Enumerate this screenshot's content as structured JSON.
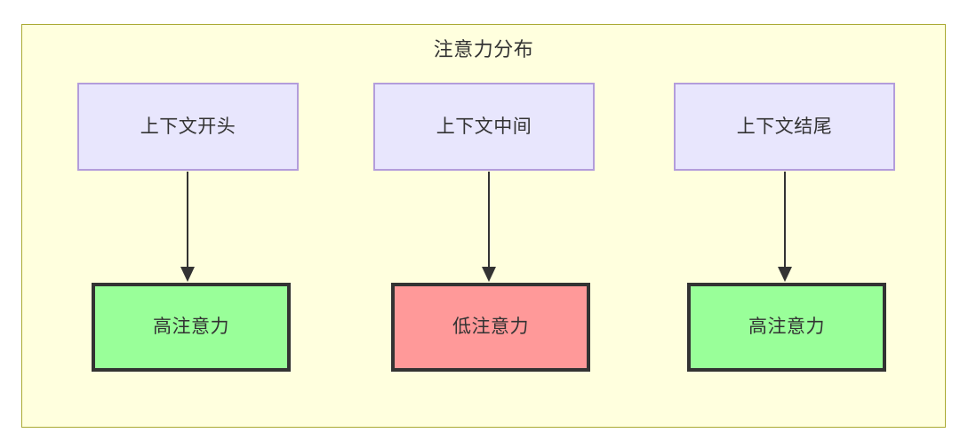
{
  "diagram": {
    "title": "注意力分布",
    "type": "flowchart",
    "container": {
      "label": "注意力分布",
      "fill": "#ffffde",
      "border": "#aaaa33"
    },
    "nodes": [
      {
        "id": "ctx-start",
        "label": "上下文开头",
        "row": "top",
        "fill": "#e8e6fd",
        "border": "#b39ddb"
      },
      {
        "id": "ctx-middle",
        "label": "上下文中间",
        "row": "top",
        "fill": "#e8e6fd",
        "border": "#b39ddb"
      },
      {
        "id": "ctx-end",
        "label": "上下文结尾",
        "row": "top",
        "fill": "#e8e6fd",
        "border": "#b39ddb"
      },
      {
        "id": "att-high-1",
        "label": "高注意力",
        "row": "bottom",
        "fill": "#99ff99",
        "border": "#333333"
      },
      {
        "id": "att-low",
        "label": "低注意力",
        "row": "bottom",
        "fill": "#ff9999",
        "border": "#333333"
      },
      {
        "id": "att-high-2",
        "label": "高注意力",
        "row": "bottom",
        "fill": "#99ff99",
        "border": "#333333"
      }
    ],
    "edges": [
      {
        "from": "ctx-start",
        "to": "att-high-1",
        "label": "",
        "arrow": "solid"
      },
      {
        "from": "ctx-middle",
        "to": "att-low",
        "label": "",
        "arrow": "solid"
      },
      {
        "from": "ctx-end",
        "to": "att-high-2",
        "label": "",
        "arrow": "solid"
      }
    ]
  }
}
